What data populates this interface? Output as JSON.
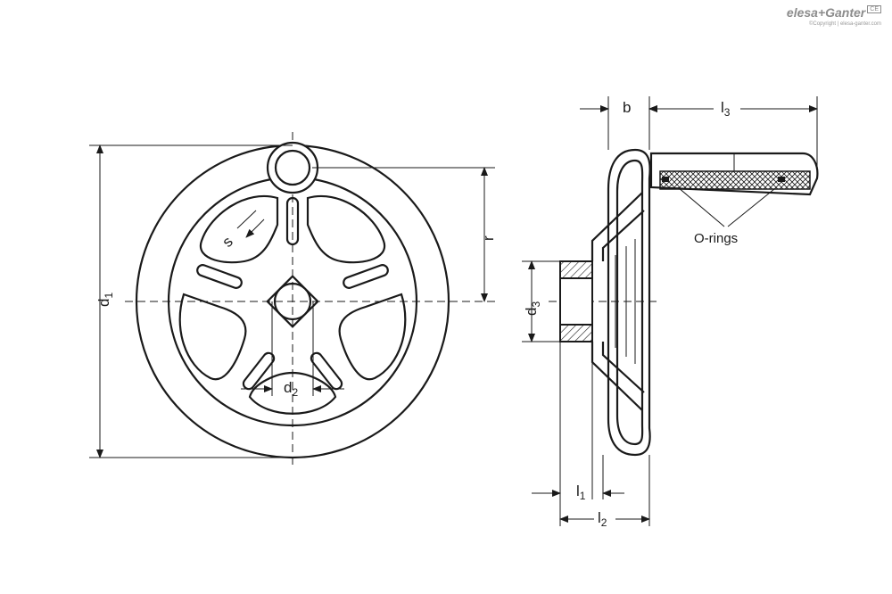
{
  "logo": {
    "brand": "elesa+Ganter",
    "copyright": "©Copyright | elesa-ganter.com",
    "mark": "CE"
  },
  "labels": {
    "d1": {
      "main": "d",
      "sub": "1"
    },
    "d2": {
      "main": "d",
      "sub": "2"
    },
    "d3": {
      "main": "d",
      "sub": "3"
    },
    "s": "s",
    "r": "r",
    "b": "b",
    "l1": {
      "main": "l",
      "sub": "1"
    },
    "l2": {
      "main": "l",
      "sub": "2"
    },
    "l3": {
      "main": "l",
      "sub": "3"
    },
    "orings": "O-rings"
  }
}
